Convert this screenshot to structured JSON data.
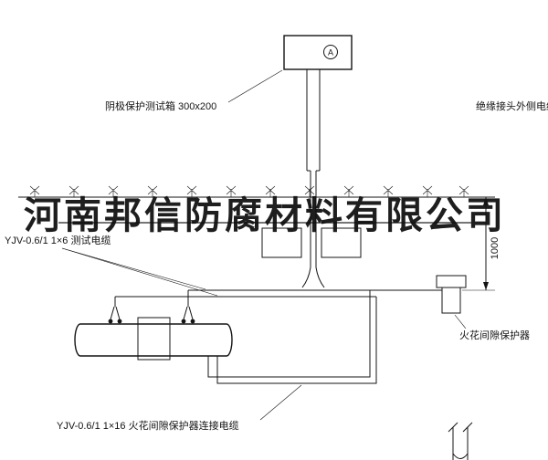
{
  "page": {
    "background": "#ffffff",
    "ink": "#141414"
  },
  "watermark": {
    "text": "河南邦信防腐材料有限公司"
  },
  "labels": {
    "test_box": "阴极保护测试箱 300x200",
    "outer_cable": "绝缘接头外侧电缆",
    "test_cable": "YJV-0.6/1 1×6 测试电缆",
    "protector_cable": "YJV-0.6/1 1×16 火花间隙保护器连接电缆",
    "protector": "火花间隙保护器",
    "meter": "A",
    "dimension_depth": "1000"
  }
}
